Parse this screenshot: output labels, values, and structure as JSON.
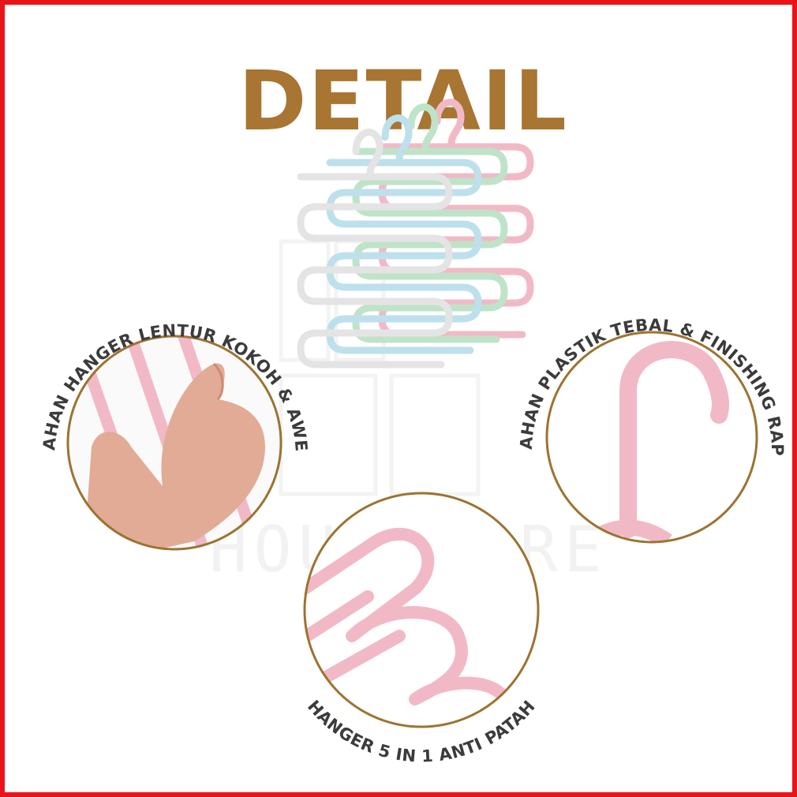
{
  "title": "DETAIL",
  "captions": {
    "left": "BAHAN HANGER LENTUR KOKOH & AWET",
    "right": "BAHAN PLASTIK TEBAL & FINISHING RAPI",
    "bottom": "HANGER 5 IN 1 ANTI PATAH"
  },
  "watermark": {
    "brand": "HOUSEWARE"
  },
  "colors": {
    "frame": "#e8141a",
    "title": "#a87532",
    "circle_border": "#9c7330",
    "caption": "#3b3b3b",
    "hanger_pink": "#f1b9c6",
    "hanger_green": "#bfe3c8",
    "hanger_blue": "#bde0ec",
    "hanger_white": "#eaeaea",
    "skin": "#d99a84"
  }
}
